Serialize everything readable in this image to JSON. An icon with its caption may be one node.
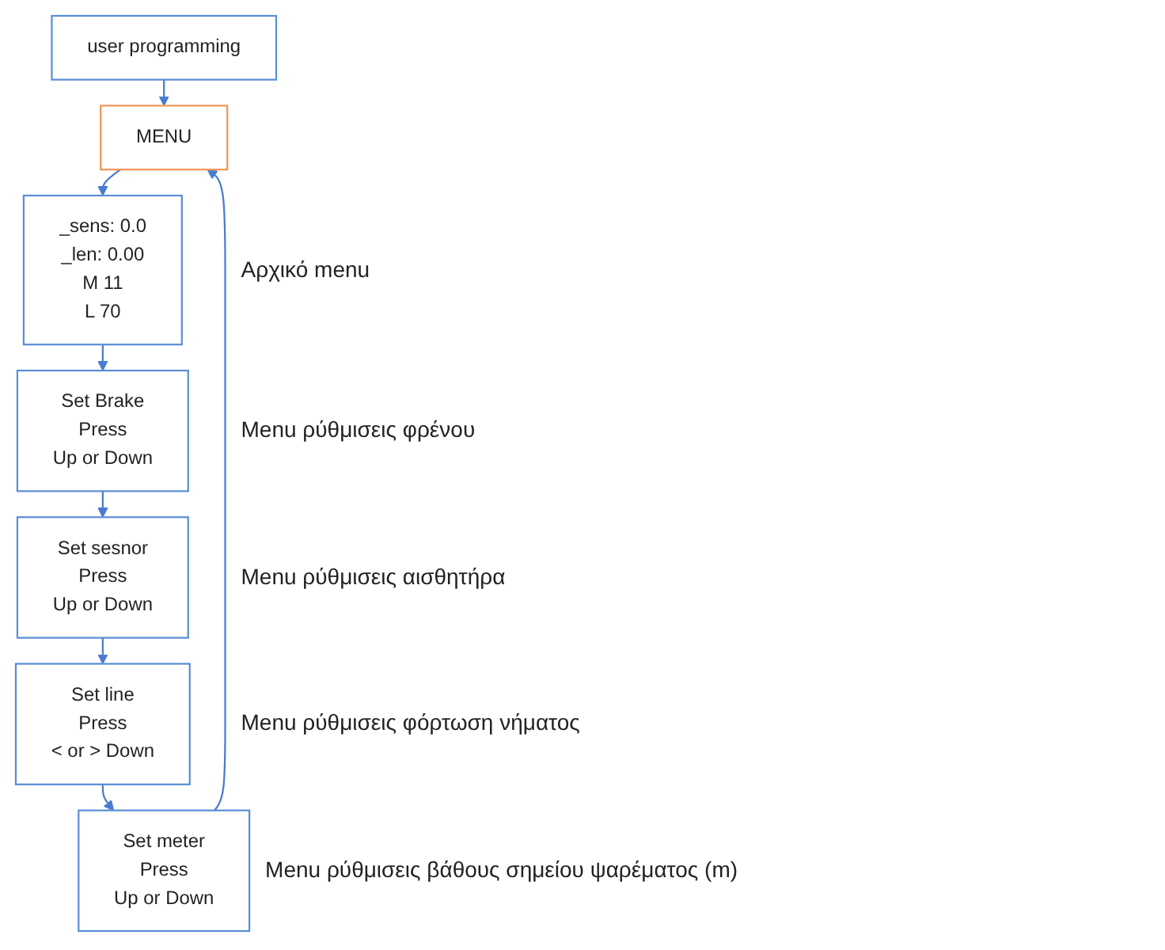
{
  "diagram": {
    "nodes": [
      {
        "text": [
          "user programming"
        ]
      },
      {
        "text": [
          "MENU"
        ]
      },
      {
        "text": [
          "_sens: 0.0",
          "_len: 0.00",
          "M 11",
          "L 70"
        ],
        "beside": [
          "Αρχικό menu"
        ]
      },
      {
        "text": [
          "Set Brake",
          "Press",
          "Up or Down"
        ],
        "beside": [
          "Menu ρύθμισεις φρένου"
        ]
      },
      {
        "text": [
          "Set sesnor",
          "Press",
          "Up or Down"
        ],
        "beside": [
          "Menu ρύθμισεις αισθητήρα"
        ]
      },
      {
        "text": [
          "Set line",
          "Press",
          "< or > Down"
        ],
        "beside": [
          "Menu ρύθμισεις φόρτωση νήματος"
        ]
      },
      {
        "text": [
          "Set meter",
          "Press",
          "Up or Down"
        ],
        "beside": [
          "Menu ρύθμισεις βάθους σημείου ψαρέματος (m)"
        ]
      }
    ],
    "edges": [
      {
        "from": 0,
        "to": 1,
        "arrow": "to"
      },
      {
        "from": 1,
        "to": 2,
        "arrow": "to"
      },
      {
        "from": 2,
        "to": 3,
        "arrow": "to"
      },
      {
        "from": 3,
        "to": 4,
        "arrow": "to"
      },
      {
        "from": 4,
        "to": 5,
        "arrow": "to"
      },
      {
        "from": 5,
        "to": 6,
        "arrow": "to"
      },
      {
        "from": 6,
        "to": 1,
        "arrow": "to"
      }
    ]
  }
}
